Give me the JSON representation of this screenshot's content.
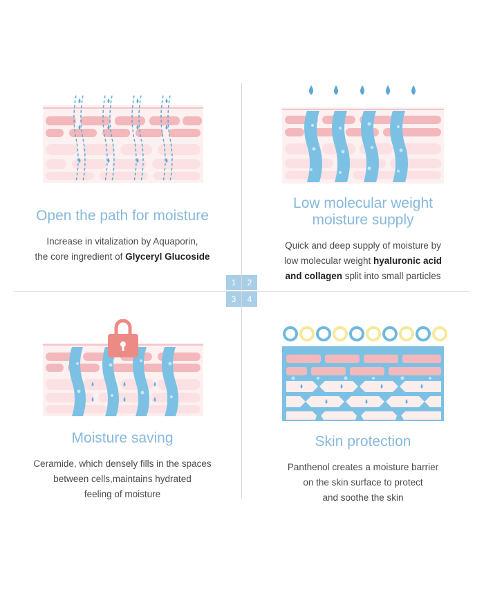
{
  "sections": [
    {
      "number": "1",
      "title": "Open the path for moisture",
      "desc": [
        {
          "text": "Increase in vitalization by Aquaporin,"
        },
        {
          "text": "the core ingredient of ",
          "bold": "Glyceryl Glucoside"
        }
      ]
    },
    {
      "number": "2",
      "title_lines": [
        "Low molecular weight",
        "moisture supply"
      ],
      "desc": [
        {
          "text": "Quick and deep supply of moisture by"
        },
        {
          "text": "low molecular weight ",
          "bold": "hyaluronic acid"
        },
        {
          "bold": "and collagen",
          "text": " split into small particles"
        }
      ]
    },
    {
      "number": "3",
      "title": "Moisture saving",
      "desc": [
        {
          "text": "Ceramide, which densely fills in the spaces"
        },
        {
          "text": "between cells,maintains hydrated"
        },
        {
          "text": "feeling of moisture"
        }
      ]
    },
    {
      "number": "4",
      "title": "Skin protection",
      "desc": [
        {
          "text": "Panthenol creates a moisture barrier"
        },
        {
          "text": "on the skin surface to protect"
        },
        {
          "text": "and soothe the skin"
        }
      ]
    }
  ],
  "icons": {
    "q1": "skin-layers-dashed-paths-icon",
    "q2": "skin-layers-water-channels-icon",
    "q3": "skin-layers-lock-icon",
    "q4": "skin-barrier-circles-icon"
  },
  "colors": {
    "title": "#86b9dc",
    "skin_pink": "#f3b8bc",
    "skin_light": "#fbe3e4",
    "water_blue": "#7cc1e4",
    "lock": "#ec8a85",
    "ring_yellow": "#f5e99a",
    "ring_blue": "#6fb9de"
  }
}
